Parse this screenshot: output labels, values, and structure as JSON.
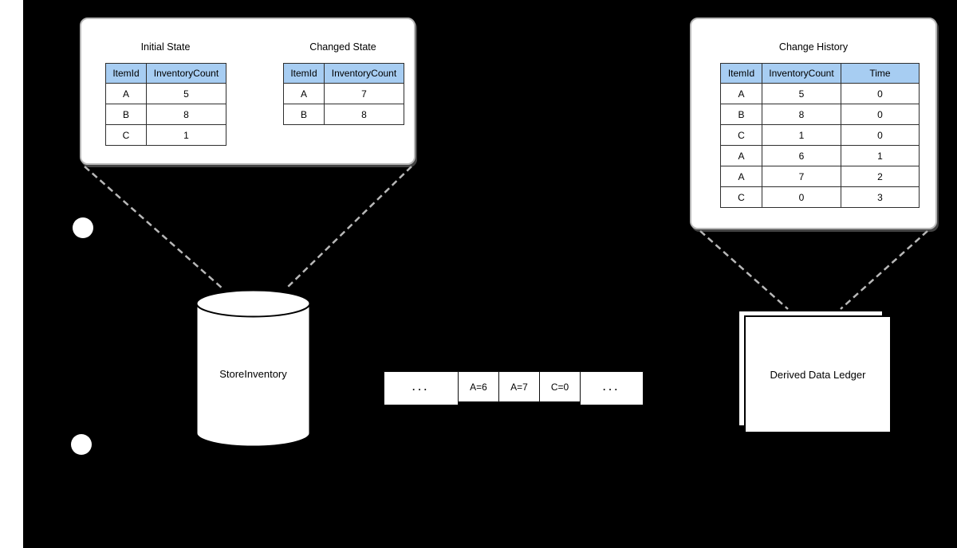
{
  "page": {
    "background": "#000000",
    "margin_strip_color": "#ffffff"
  },
  "colors": {
    "table_header_blue": "#a7cdf2",
    "table_border": "#2e2e2e",
    "callout_border": "#b8b8b8",
    "connector_gray": "#b8b8b8",
    "shape_fill": "#ffffff"
  },
  "left_callout": {
    "initial": {
      "title": "Initial State",
      "headers": [
        "ItemId",
        "InventoryCount"
      ],
      "rows": [
        [
          "A",
          "5"
        ],
        [
          "B",
          "8"
        ],
        [
          "C",
          "1"
        ]
      ]
    },
    "changed": {
      "title": "Changed State",
      "headers": [
        "ItemId",
        "InventoryCount"
      ],
      "rows": [
        [
          "A",
          "7"
        ],
        [
          "B",
          "8"
        ]
      ]
    }
  },
  "right_callout": {
    "history": {
      "title": "Change History",
      "headers": [
        "ItemId",
        "InventoryCount",
        "Time"
      ],
      "rows": [
        [
          "A",
          "5",
          "0"
        ],
        [
          "B",
          "8",
          "0"
        ],
        [
          "C",
          "1",
          "0"
        ],
        [
          "A",
          "6",
          "1"
        ],
        [
          "A",
          "7",
          "2"
        ],
        [
          "C",
          "0",
          "3"
        ]
      ]
    }
  },
  "store": {
    "label": "StoreInventory"
  },
  "stream": {
    "cells": [
      "...",
      "A=6",
      "A=7",
      "C=0",
      "..."
    ]
  },
  "ledger": {
    "label": "Derived Data Ledger"
  }
}
